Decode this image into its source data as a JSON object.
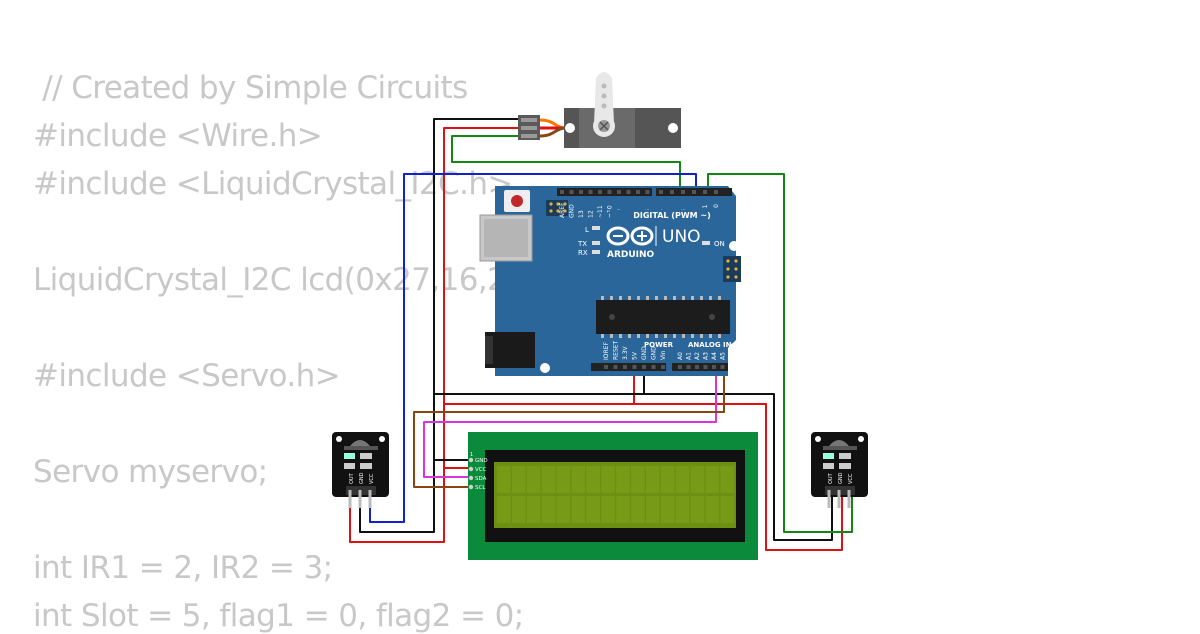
{
  "code_lines": [
    " // Created by Simple Circuits",
    "#include <Wire.h>",
    "#include <LiquidCrystal_I2C.h>",
    "",
    "LiquidCrystal_I2C lcd(0x27,16,2);",
    "",
    "#include <Servo.h>",
    "",
    "Servo myservo;",
    "",
    "int IR1 = 2, IR2 = 3;",
    "int Slot = 5, flag1 = 0, flag2 = 0;"
  ],
  "arduino": {
    "brand": "ARDUINO",
    "model": "UNO",
    "digital_header": "DIGITAL (PWM ~)",
    "power_label": "POWER",
    "analog_label": "ANALOG IN",
    "on_label": "ON",
    "l_label": "L",
    "tx_label": "TX",
    "rx_label": "RX",
    "digital_pins": [
      "AREF",
      "GND",
      "13",
      "12",
      "~11",
      "~10",
      "~9",
      "8",
      "7",
      "~6",
      "~5",
      "4",
      "~3",
      "2",
      "TX 1",
      "RX 0"
    ],
    "power_pins": [
      "IOREF",
      "RESET",
      "3.3V",
      "5V",
      "GND",
      "GND",
      "Vin"
    ],
    "analog_pins": [
      "A0",
      "A1",
      "A2",
      "A3",
      "A4",
      "A5"
    ],
    "board_color": "#2a6699"
  },
  "lcd": {
    "pin_labels": [
      "GND",
      "VCC",
      "SDA",
      "SCL"
    ],
    "pin1_label": "1",
    "pcb_color": "#0c8a3c",
    "screen_color": "#6d8f12"
  },
  "ir_sensor": {
    "pin_labels": [
      "OUT",
      "GND",
      "VCC"
    ]
  },
  "wire_colors": {
    "black": "#111111",
    "red": "#dd1111",
    "blue": "#1122cc",
    "green": "#118811",
    "brown": "#8b4513",
    "magenta": "#dd33dd",
    "orange": "#ff7700"
  }
}
